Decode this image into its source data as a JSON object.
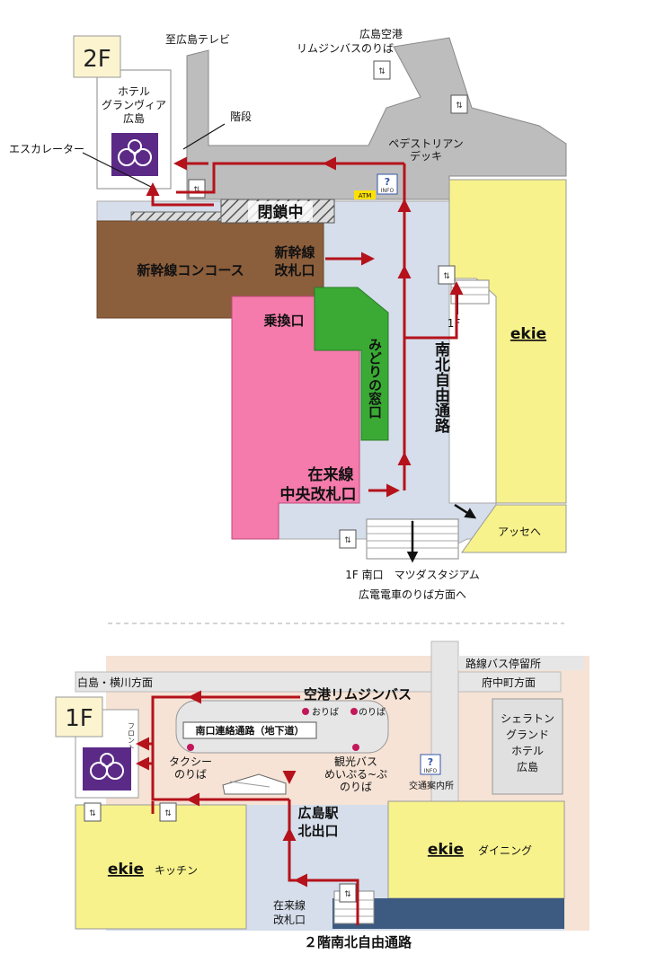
{
  "upper": {
    "floor_badge": "2F",
    "hotel_name_lines": [
      "ホテル",
      "グランヴィア",
      "広島"
    ],
    "to_tv": "至広島テレビ",
    "airport_bus_lines": [
      "広島空港",
      "リムジンバスのりば"
    ],
    "stairs": "階段",
    "escalator": "エスカレーター",
    "pedestrian_deck_lines": [
      "ペデストリアン",
      "デッキ"
    ],
    "info_icon_text": "INFO",
    "atm": "ATM",
    "closed": "閉鎖中",
    "shinkansen_concourse": "新幹線コンコース",
    "shinkansen_gate_lines": [
      "新幹線",
      "改札口"
    ],
    "transfer_gate": "乗換口",
    "midori_lines": [
      "みどりの窓口"
    ],
    "zairai_gate_lines": [
      "在来線",
      "中央改札口"
    ],
    "north_south_passage": "南北自由通路",
    "ekie": "ekie",
    "to_1f": "1F",
    "asse": "アッセへ",
    "south_exit_lines": [
      "1F 南口　マツダスタジアム",
      "広電電車のりば方面へ"
    ]
  },
  "lower": {
    "floor_badge": "1F",
    "bus_stop": "路線バス停留所",
    "shirashima": "白島・横川方面",
    "fuchu": "府中町方面",
    "airport_limousine": "空港リムジンバス",
    "drop_off": "おりば",
    "pick_up": "のりば",
    "underpass": "南口連絡通路（地下道）",
    "front": "フロント",
    "taxi_lines": [
      "タクシー",
      "のりば"
    ],
    "tour_bus_lines": [
      "観光バス",
      "めいぷる~ぷ",
      "のりば"
    ],
    "info_icon_text": "INFO",
    "transport_info": "交通案内所",
    "sheraton_lines": [
      "シェラトン",
      "グランド",
      "ホテル",
      "広島"
    ],
    "north_exit_lines": [
      "広島駅",
      "北出口"
    ],
    "ekie_kitchen": [
      "ekie",
      "キッチン"
    ],
    "ekie_dining": [
      "ekie",
      "ダイニング"
    ],
    "zairai_gate_lines": [
      "在来線",
      "改札口"
    ],
    "second_floor_passage": "２階南北自由通路"
  },
  "colors": {
    "route_red": "#b5121b",
    "concourse_brown": "#8b5e3c",
    "zairai_pink": "#f47bab",
    "midori_green": "#3aaa35",
    "ekie_yellow": "#f7f28c",
    "deck_gray": "#bdbdbd",
    "passage_blue": "#d5deea",
    "hotel_purple": "#5b2a86",
    "bottom_navy": "#3d5a80",
    "area_beige": "#f6e3d6"
  }
}
